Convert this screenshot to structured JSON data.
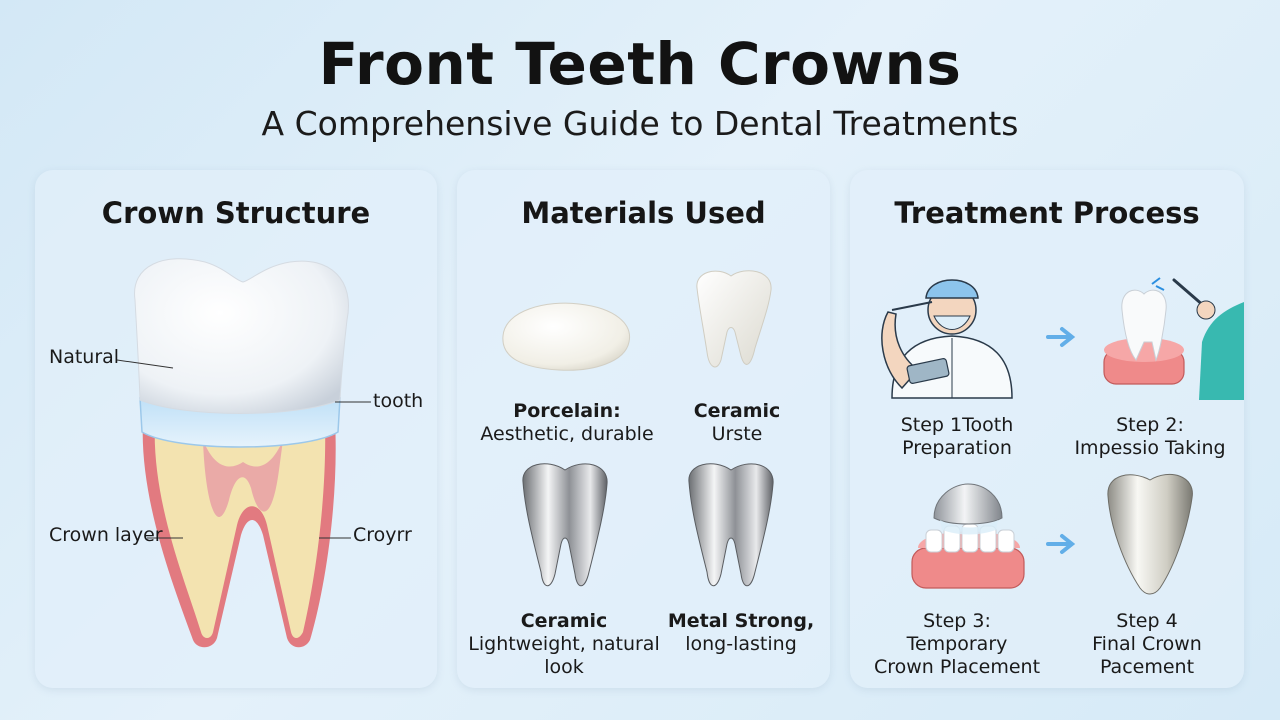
{
  "header": {
    "title": "Front Teeth Crowns",
    "subtitle": "A Comprehensive Guide to Dental Treatments"
  },
  "panels": {
    "structure": {
      "title": "Crown Structure",
      "labels": {
        "natural": "Natural",
        "tooth": "tooth",
        "crown_layer": "Crown layer",
        "croyrr": "Croyrr"
      }
    },
    "materials": {
      "title": "Materials Used",
      "items": [
        {
          "name": "Porcelain:",
          "desc": "Aesthetic, durable",
          "image": "porcelain-crown-icon"
        },
        {
          "name": "Ceramic",
          "desc": "Urste",
          "image": "ceramic-tooth-icon"
        },
        {
          "name": "Ceramic",
          "desc": "Lightweight, natural look",
          "image": "metal-tooth-icon"
        },
        {
          "name": "Metal Strong,",
          "desc": "long-lasting",
          "image": "metal-tooth-icon"
        }
      ]
    },
    "process": {
      "title": "Treatment Process",
      "steps": [
        {
          "label": "Step 1Tooth",
          "desc": "Preparation",
          "image": "dentist-icon"
        },
        {
          "label": "Step 2:",
          "desc": "Impessio Taking",
          "image": "impression-icon"
        },
        {
          "label": "Step 3:",
          "desc": "Temporary\nCrown Placement",
          "image": "temporary-crown-icon"
        },
        {
          "label": "Step 4",
          "desc": "Final Crown Pacement",
          "image": "final-crown-icon"
        }
      ],
      "arrow_icon": "arrow-right-icon"
    }
  },
  "colors": {
    "background": "#d8ebf8",
    "panel": "#e2effa",
    "gum": "#e27a80",
    "dentin": "#f3e3b0",
    "arrow": "#62aee8"
  }
}
